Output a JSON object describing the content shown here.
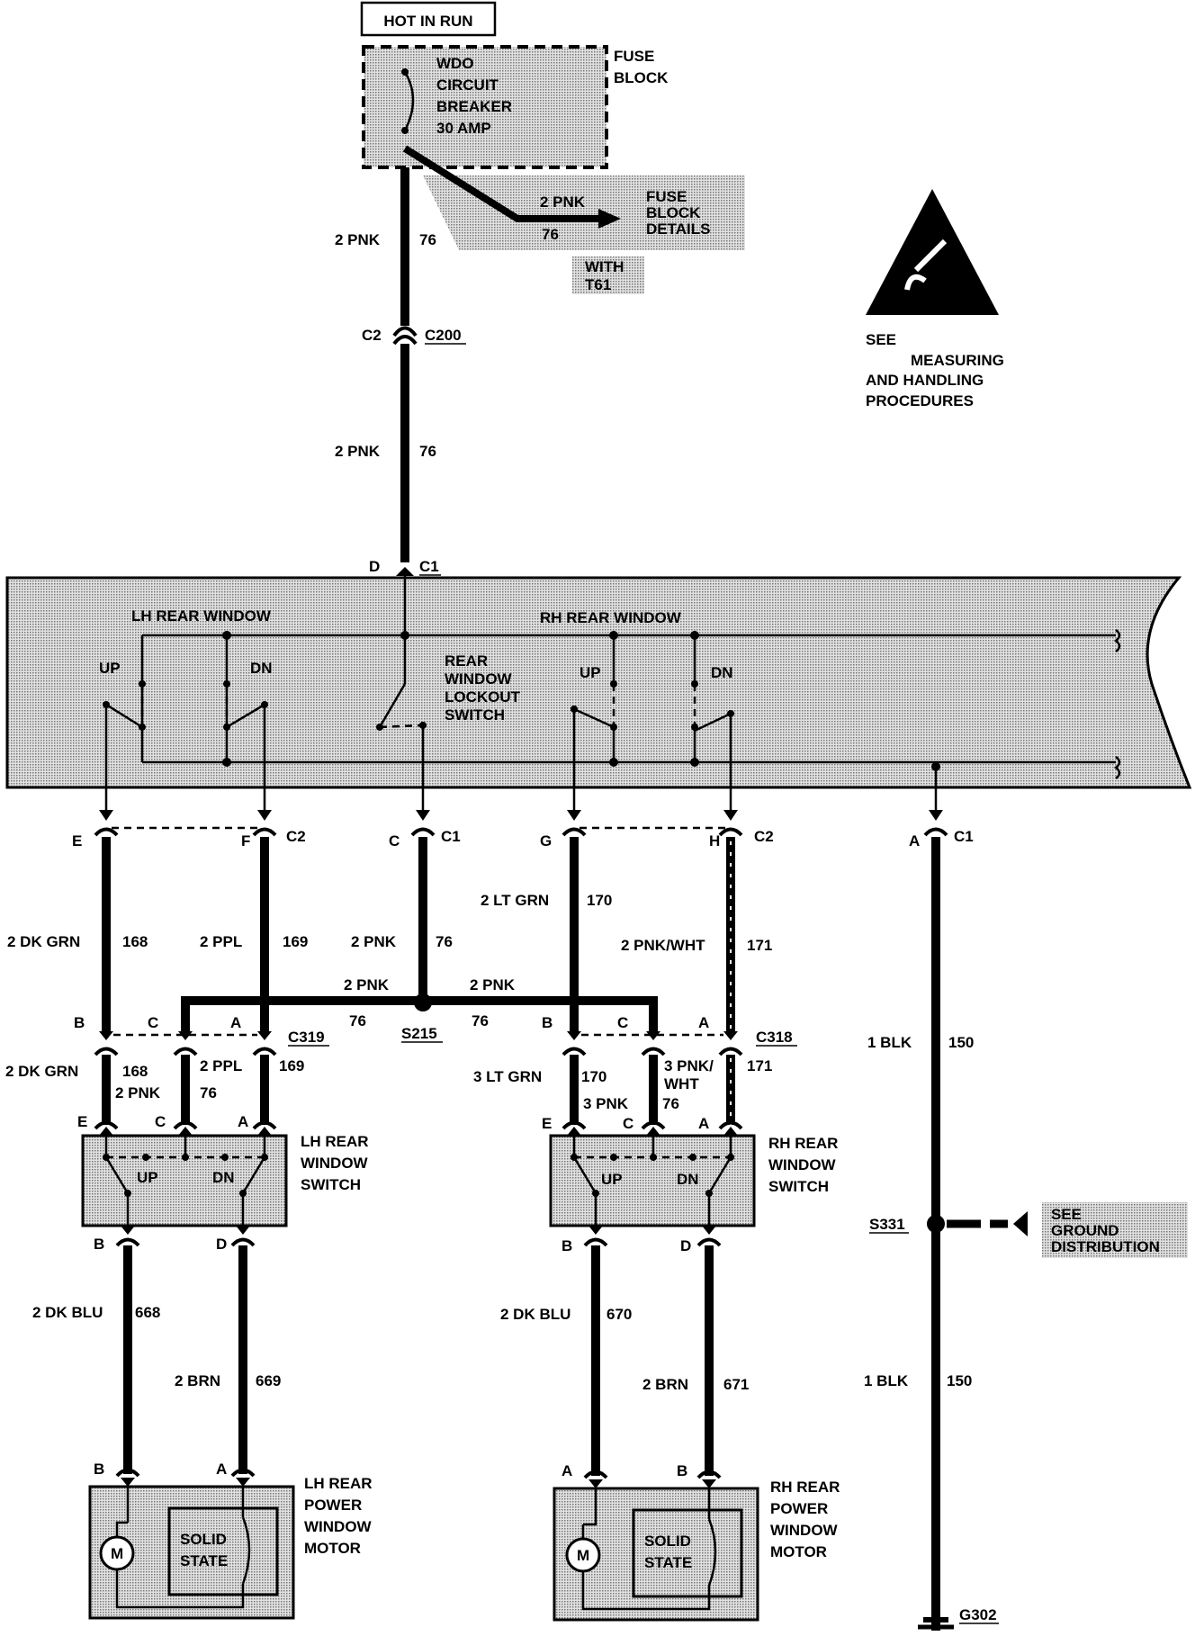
{
  "power": {
    "hot_in_run": "HOT IN RUN",
    "fuse_block": [
      "FUSE",
      "BLOCK"
    ],
    "breaker": [
      "WDO",
      "CIRCUIT",
      "BREAKER",
      "30 AMP"
    ],
    "fuse_details": [
      "FUSE",
      "BLOCK",
      "DETAILS"
    ],
    "branch_gauge": "2 PNK",
    "branch_circuit": "76",
    "with_option": [
      "WITH",
      "T61"
    ]
  },
  "esd_note": [
    "SEE",
    "MEASURING",
    "AND HANDLING",
    "PROCEDURES"
  ],
  "feed": {
    "gauge1": "2 PNK",
    "circuit1": "76",
    "conn_pin": "C2",
    "conn_id": "C200",
    "gauge2": "2 PNK",
    "circuit2": "76",
    "pin_d": "D",
    "c1": "C1"
  },
  "master_switch": {
    "lh_title": "LH  REAR  WINDOW",
    "rh_title": "RH  REAR  WINDOW",
    "up": "UP",
    "dn": "DN",
    "lockout": [
      "REAR",
      "WINDOW",
      "LOCKOUT",
      "SWITCH"
    ]
  },
  "outputs": {
    "pin_e": "E",
    "pin_f": "F",
    "c2_left": "C2",
    "pin_c": "C",
    "c1_mid": "C1",
    "pin_g": "G",
    "pin_h": "H",
    "c2_right": "C2",
    "pin_a": "A",
    "c1_right": "C1"
  },
  "wires_upper": {
    "lh_dkgrn": "2 DK GRN",
    "lh_dkgrn_c": "168",
    "lh_ppl": "2 PPL",
    "lh_ppl_c": "169",
    "mid_pnk": "2 PNK",
    "mid_pnk_c": "76",
    "rh_ltgrn": "2 LT GRN",
    "rh_ltgrn_c": "170",
    "rh_pnkwht": "2 PNK/WHT",
    "rh_pnkwht_c": "171",
    "blk": "1 BLK",
    "blk_c": "150"
  },
  "splice": {
    "left_label": "2 PNK",
    "left_c": "76",
    "right_label": "2 PNK",
    "right_c": "76",
    "id": "S215"
  },
  "c319": {
    "b": "B",
    "c": "C",
    "a": "A",
    "id": "C319"
  },
  "c318": {
    "b": "B",
    "c": "C",
    "a": "A",
    "id": "C318"
  },
  "wires_mid": {
    "lh_dkgrn": "2 DK GRN",
    "lh_dkgrn_c": "168",
    "lh_pnk": "2 PNK",
    "lh_pnk_c": "76",
    "lh_ppl": "2 PPL",
    "lh_ppl_c": "169",
    "rh_ltgrn": "3 LT GRN",
    "rh_ltgrn_c": "170",
    "rh_pnk": "3 PNK",
    "rh_pnk_c": "76",
    "rh_pnkwht": [
      "3 PNK/",
      "WHT"
    ],
    "rh_pnkwht_c": "171"
  },
  "lh_switch": {
    "pin_e": "E",
    "pin_c": "C",
    "pin_a": "A",
    "up": "UP",
    "dn": "DN",
    "title": [
      "LH REAR",
      "WINDOW",
      "SWITCH"
    ],
    "pin_b": "B",
    "pin_d": "D"
  },
  "rh_switch": {
    "pin_e": "E",
    "pin_c": "C",
    "pin_a": "A",
    "up": "UP",
    "dn": "DN",
    "title": [
      "RH REAR",
      "WINDOW",
      "SWITCH"
    ],
    "pin_b": "B",
    "pin_d": "D"
  },
  "ground": {
    "splice": "S331",
    "see": [
      "SEE",
      "GROUND",
      "DISTRIBUTION"
    ],
    "blk": "1 BLK",
    "blk_c": "150",
    "id": "G302"
  },
  "wires_lower": {
    "lh_dkblu": "2 DK BLU",
    "lh_dkblu_c": "668",
    "lh_brn": "2 BRN",
    "lh_brn_c": "669",
    "rh_dkblu": "2 DK BLU",
    "rh_dkblu_c": "670",
    "rh_brn": "2 BRN",
    "rh_brn_c": "671"
  },
  "lh_motor": {
    "pin_b": "B",
    "pin_a": "A",
    "m": "M",
    "solid_state": [
      "SOLID",
      "STATE"
    ],
    "title": [
      "LH REAR",
      "POWER",
      "WINDOW",
      "MOTOR"
    ]
  },
  "rh_motor": {
    "pin_a": "A",
    "pin_b": "B",
    "m": "M",
    "solid_state": [
      "SOLID",
      "STATE"
    ],
    "title": [
      "RH REAR",
      "POWER",
      "WINDOW",
      "MOTOR"
    ]
  },
  "colors": {
    "line": "#000000",
    "shade": "#c8c8c8",
    "background": "#ffffff"
  }
}
